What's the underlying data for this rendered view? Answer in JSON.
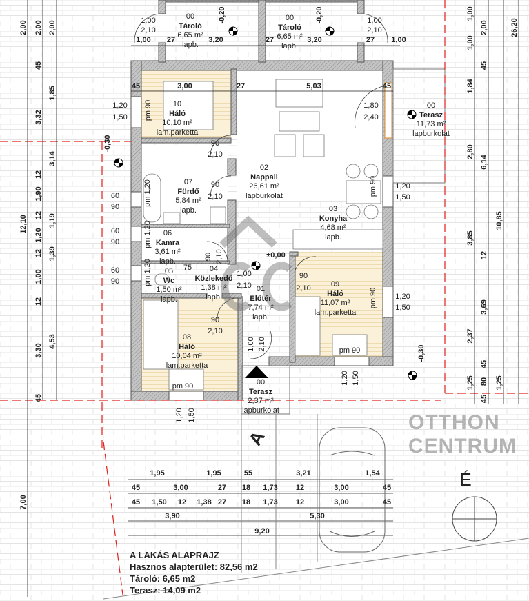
{
  "rooms": [
    {
      "num": "00",
      "name": "Tároló",
      "area": "6,65 m²",
      "floor": "lapb."
    },
    {
      "num": "00",
      "name": "Tároló",
      "area": "6,65 m²",
      "floor": "lapb."
    },
    {
      "num": "10",
      "name": "Háló",
      "area": "10,10 m²",
      "floor": "lam.parketta"
    },
    {
      "num": "02",
      "name": "Nappali",
      "area": "26,61 m²",
      "floor": "lapburkolat"
    },
    {
      "num": "00",
      "name": "Terasz",
      "area": "11,73 m²",
      "floor": "lapburkolat"
    },
    {
      "num": "07",
      "name": "Fürdő",
      "area": "5,84 m²",
      "floor": "lapb."
    },
    {
      "num": "03",
      "name": "Konyha",
      "area": "4,68 m²",
      "floor": "lapb."
    },
    {
      "num": "06",
      "name": "Kamra",
      "area": "3,61 m²",
      "floor": "lapb."
    },
    {
      "num": "05",
      "name": "Wc",
      "area": "1,50 m²",
      "floor": "lapb."
    },
    {
      "num": "04",
      "name": "Közlekedő",
      "area": "1,38 m²",
      "floor": "lapb."
    },
    {
      "num": "01",
      "name": "Előtér",
      "area": "7,74 m²",
      "floor": "lapb."
    },
    {
      "num": "09",
      "name": "Háló",
      "area": "11,07 m²",
      "floor": "lam.parketta"
    },
    {
      "num": "08",
      "name": "Háló",
      "area": "10,04 m²",
      "floor": "lam.parketta"
    },
    {
      "num": "00",
      "name": "Terasz",
      "area": "2,37 m²",
      "floor": "lapburkolat"
    }
  ],
  "levels": [
    "±0,00",
    "-0,20",
    "-0,20",
    "-0,30",
    "-0,30"
  ],
  "openings": [
    "1,00",
    "2,10",
    "1,00",
    "2,10",
    "90",
    "2,10",
    "1,80",
    "2,40",
    "90",
    "2,10",
    "1,20",
    "1,50",
    "60",
    "90",
    "60",
    "90",
    "60",
    "90",
    "1,20",
    "1,50",
    "1,20",
    "1,50",
    "1,00",
    "2,10",
    "90",
    "2,10",
    "90",
    "2,10",
    "75",
    "90",
    "2,10",
    "1,00",
    "2,10",
    "1,20",
    "1,50",
    "1,20",
    "1,50",
    "pm 90",
    "pm 90",
    "pm 90",
    "pm 1,20",
    "pm 1,20",
    "pm 1,20",
    "pm 90",
    "pm 90"
  ],
  "plan_dims": [
    "1,00",
    "27",
    "3,20",
    "27",
    "3,20",
    "27",
    "1,00",
    "45",
    "3,00",
    "27",
    "5,03",
    "45"
  ],
  "bottom_dims": [
    [
      "1,95",
      "1,95",
      "55",
      "3,21",
      "1,54"
    ],
    [
      "45",
      "3,00",
      "27",
      "18",
      "1,73",
      "12",
      "3,00",
      "45"
    ],
    [
      "45",
      "1,50",
      "12",
      "1,38",
      "27",
      "18",
      "1,73",
      "12",
      "3,00",
      "45"
    ],
    [
      "3,90",
      "5,30"
    ],
    [
      "9,20"
    ]
  ],
  "left_dims": [
    [
      "2,00",
      "12,10",
      "7,00"
    ],
    [
      "2,00",
      "45",
      "3,32",
      "12",
      "1,90",
      "12",
      "1,20",
      "12",
      "1,00",
      "12",
      "3,30",
      "45"
    ],
    [
      "2,00",
      "1,85",
      "3,14",
      "1,19",
      "1,39",
      "4,53"
    ]
  ],
  "right_dims": [
    [
      "1,00",
      "1,00",
      "1,84",
      "2,80",
      "3,85",
      "2,37",
      "1,25"
    ],
    [
      "2,00",
      "45",
      "6,14",
      "12",
      "3,69",
      "45",
      "80",
      "45"
    ],
    [
      "10,85",
      "1,25"
    ],
    [
      "26,20"
    ]
  ],
  "section_mark": "A",
  "north_mark": "É",
  "summary": {
    "title": "A LAKÁS ALAPRAJZ",
    "useful_area": "Hasznos alapterület: 82,56 m2",
    "storage": "Tároló: 6,65 m2",
    "terrace": "Terasz:  14,09 m2"
  },
  "watermark": {
    "line1": "OTTHON",
    "line2": "CENTRUM"
  },
  "colors": {
    "wall": "#b8b8b8",
    "parquet": "#fbf1d8",
    "red_line": "#e0201c",
    "window": "#e08a2a"
  }
}
